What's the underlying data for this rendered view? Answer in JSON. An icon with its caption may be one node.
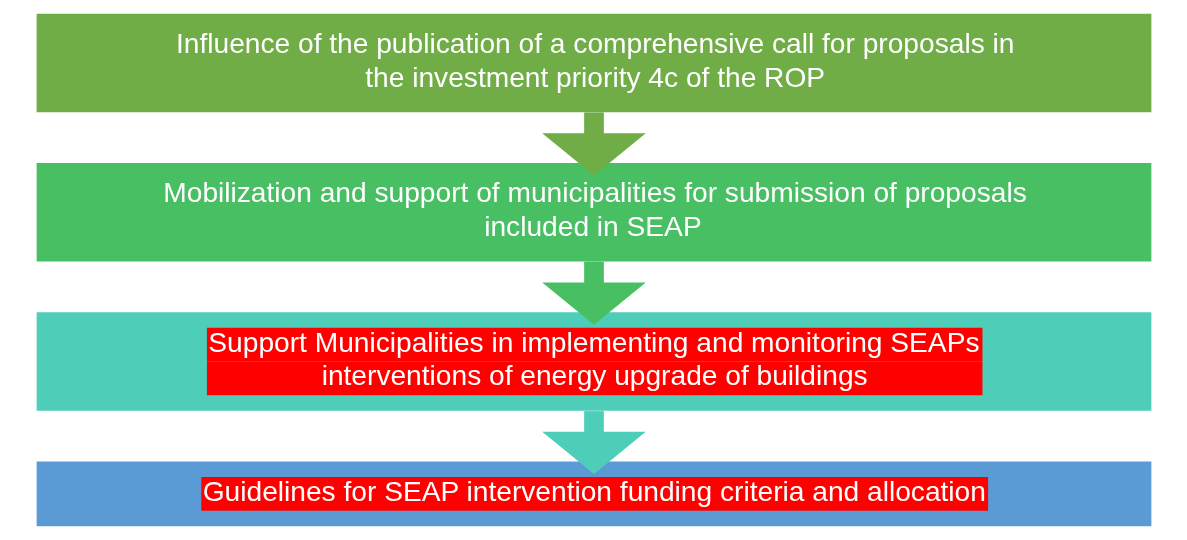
{
  "diagram": {
    "nodes": [
      {
        "text": [
          "Influence of the publication of a comprehensive call for proposals in the investment priority 4c of the ROP"
        ]
      },
      {
        "text": [
          "Mobilization and support of municipalities for submission of proposals included in SEAP"
        ]
      },
      {
        "text": [
          "Support Municipalities in implementing and monitoring SEAPs interventions of energy upgrade of buildings"
        ]
      },
      {
        "text": [
          "Guidelines for SEAP intervention funding criteria and allocation"
        ]
      }
    ],
    "edges": [
      {
        "from": 0,
        "to": 1,
        "arrow": "to",
        "color": "#70ad47"
      },
      {
        "from": 1,
        "to": 2,
        "arrow": "to",
        "color": "#47bf62"
      },
      {
        "from": 2,
        "to": 3,
        "arrow": "to",
        "color": "#4ecdb9"
      }
    ]
  }
}
